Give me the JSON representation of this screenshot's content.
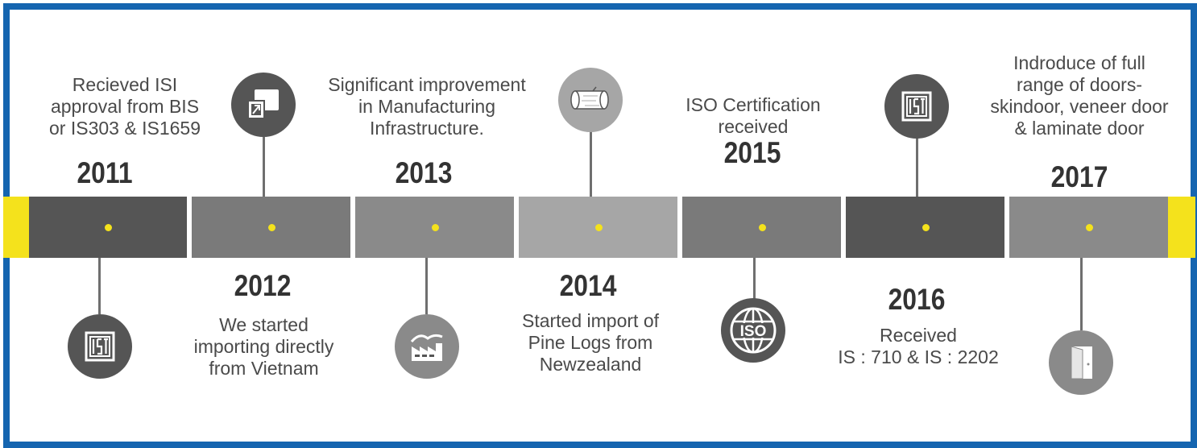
{
  "milestones": [
    {
      "year": "2011",
      "lines": [
        "Recieved ISI",
        "approval from BIS",
        "or IS303 & IS1659"
      ],
      "icon": "isi-mark-icon"
    },
    {
      "year": "2012",
      "lines": [
        "We started",
        "importing directly",
        "from Vietnam"
      ],
      "icon": "import-box-icon"
    },
    {
      "year": "2013",
      "lines": [
        "Significant improvement",
        "in Manufacturing",
        "Infrastructure."
      ],
      "icon": "factory-icon"
    },
    {
      "year": "2014",
      "lines": [
        "Started import of",
        "Pine Logs from",
        "Newzealand"
      ],
      "icon": "log-icon"
    },
    {
      "year": "2015",
      "lines": [
        "ISO Certification",
        "received"
      ],
      "icon": "iso-globe-icon"
    },
    {
      "year": "2016",
      "lines": [
        "Received",
        "IS : 710 & IS : 2202"
      ],
      "icon": "isi-mark-icon"
    },
    {
      "year": "2017",
      "lines": [
        "Indroduce of full",
        "range of doors-",
        "skindoor, veneer door",
        "& laminate door"
      ],
      "icon": "door-icon"
    }
  ],
  "iso_text": "ISO",
  "colors": {
    "border": "#1565b0",
    "accent": "#f4e21c",
    "segments": [
      "#555555",
      "#7a7a7a",
      "#8a8a8a",
      "#a6a6a6",
      "#7a7a7a",
      "#555555",
      "#8a8a8a"
    ]
  }
}
